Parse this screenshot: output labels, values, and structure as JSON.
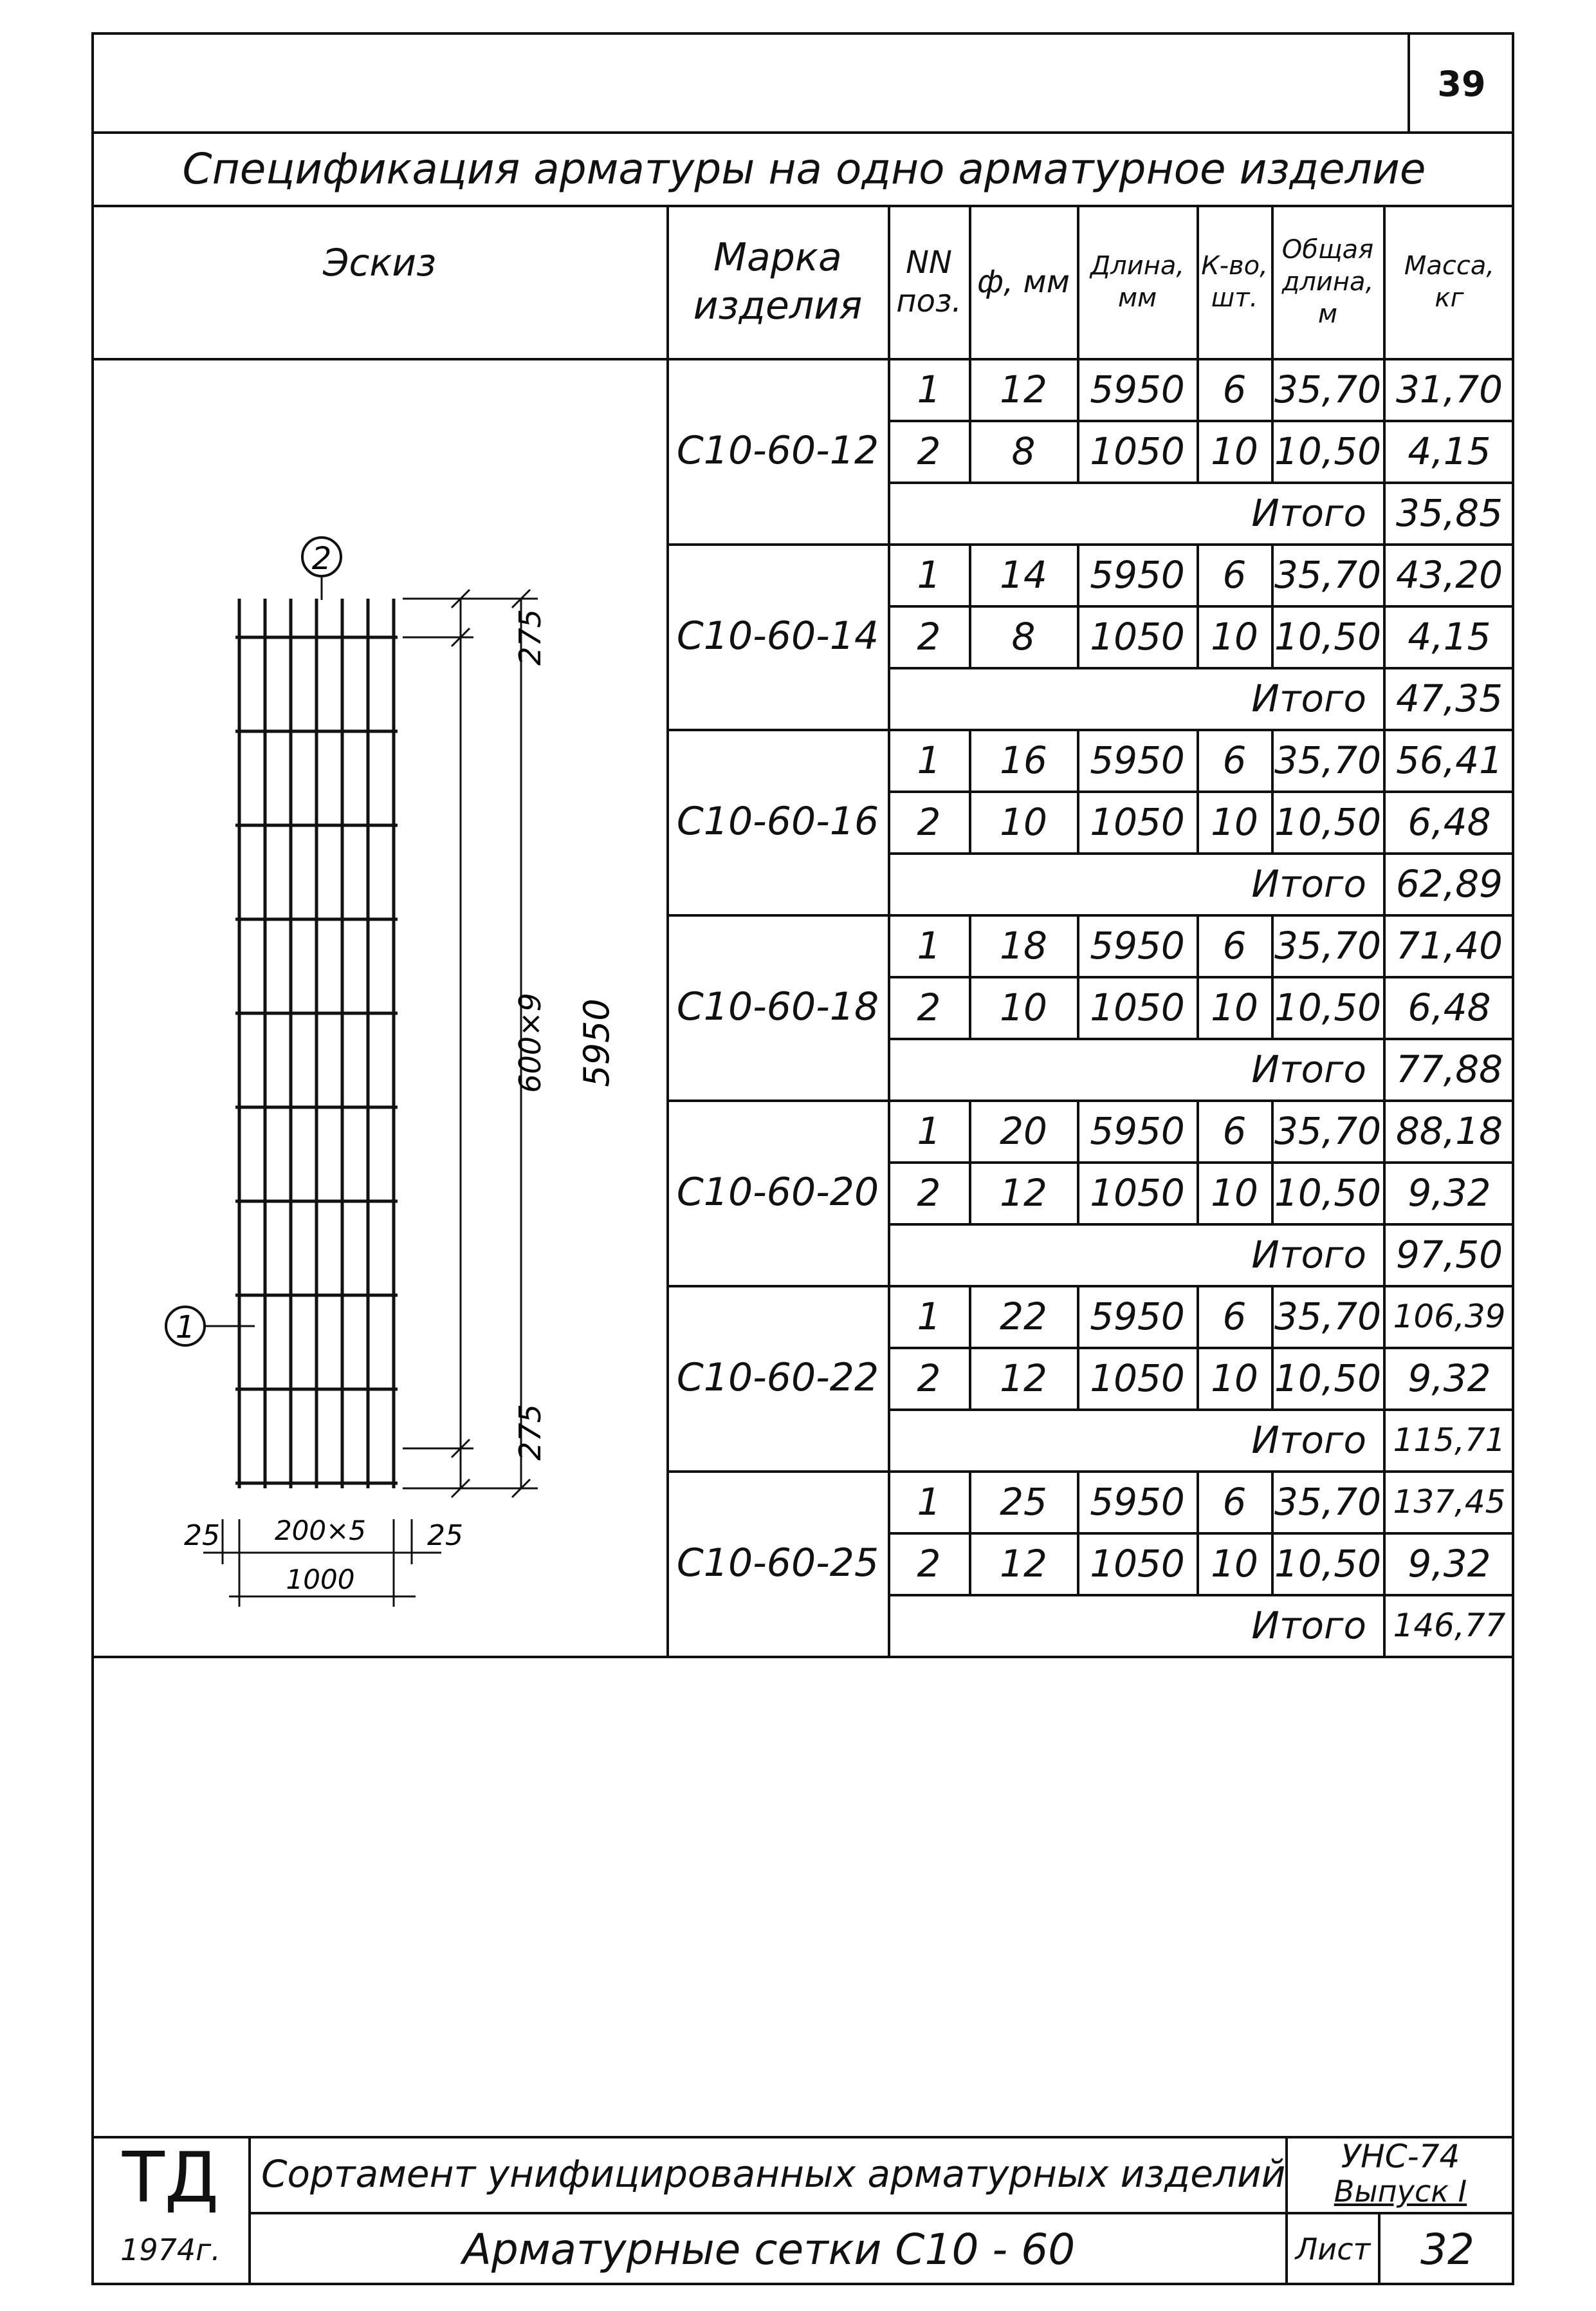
{
  "page_number": "39",
  "title": "Спецификация арматуры на одно арматурное изделие",
  "headers": {
    "sketch": "Эскиз",
    "mark": "Марка изделия",
    "pos": "NN поз.",
    "dia": "ф, мм",
    "length": "Длина, мм",
    "qty": "К-во, шт.",
    "total_length": "Общая длина, м",
    "mass": "Масса, кг"
  },
  "groups": [
    {
      "mark": "С10-60-12",
      "rows": [
        {
          "pos": "1",
          "dia": "12",
          "len": "5950",
          "qty": "6",
          "tot": "35,70",
          "mass": "31,70"
        },
        {
          "pos": "2",
          "dia": "8",
          "len": "1050",
          "qty": "10",
          "tot": "10,50",
          "mass": "4,15"
        }
      ],
      "total_label": "Итого",
      "total": "35,85"
    },
    {
      "mark": "С10-60-14",
      "rows": [
        {
          "pos": "1",
          "dia": "14",
          "len": "5950",
          "qty": "6",
          "tot": "35,70",
          "mass": "43,20"
        },
        {
          "pos": "2",
          "dia": "8",
          "len": "1050",
          "qty": "10",
          "tot": "10,50",
          "mass": "4,15"
        }
      ],
      "total_label": "Итого",
      "total": "47,35"
    },
    {
      "mark": "С10-60-16",
      "rows": [
        {
          "pos": "1",
          "dia": "16",
          "len": "5950",
          "qty": "6",
          "tot": "35,70",
          "mass": "56,41"
        },
        {
          "pos": "2",
          "dia": "10",
          "len": "1050",
          "qty": "10",
          "tot": "10,50",
          "mass": "6,48"
        }
      ],
      "total_label": "Итого",
      "total": "62,89"
    },
    {
      "mark": "С10-60-18",
      "rows": [
        {
          "pos": "1",
          "dia": "18",
          "len": "5950",
          "qty": "6",
          "tot": "35,70",
          "mass": "71,40"
        },
        {
          "pos": "2",
          "dia": "10",
          "len": "1050",
          "qty": "10",
          "tot": "10,50",
          "mass": "6,48"
        }
      ],
      "total_label": "Итого",
      "total": "77,88"
    },
    {
      "mark": "С10-60-20",
      "rows": [
        {
          "pos": "1",
          "dia": "20",
          "len": "5950",
          "qty": "6",
          "tot": "35,70",
          "mass": "88,18"
        },
        {
          "pos": "2",
          "dia": "12",
          "len": "1050",
          "qty": "10",
          "tot": "10,50",
          "mass": "9,32"
        }
      ],
      "total_label": "Итого",
      "total": "97,50"
    },
    {
      "mark": "С10-60-22",
      "rows": [
        {
          "pos": "1",
          "dia": "22",
          "len": "5950",
          "qty": "6",
          "tot": "35,70",
          "mass": "106,39"
        },
        {
          "pos": "2",
          "dia": "12",
          "len": "1050",
          "qty": "10",
          "tot": "10,50",
          "mass": "9,32"
        }
      ],
      "total_label": "Итого",
      "total": "115,71"
    },
    {
      "mark": "С10-60-25",
      "rows": [
        {
          "pos": "1",
          "dia": "25",
          "len": "5950",
          "qty": "6",
          "tot": "35,70",
          "mass": "137,45"
        },
        {
          "pos": "2",
          "dia": "12",
          "len": "1050",
          "qty": "10",
          "tot": "10,50",
          "mass": "9,32"
        }
      ],
      "total_label": "Итого",
      "total": "146,77"
    }
  ],
  "sketch": {
    "pos_label_top": "2",
    "pos_label_side": "1",
    "dim_275_top": "275",
    "dim_spacing": "600×9",
    "dim_total": "5950",
    "dim_275_bottom": "275",
    "dim_left_edge": "25",
    "dim_rod_spacing": "200×5",
    "dim_right_edge": "25",
    "dim_width": "1000"
  },
  "title_block": {
    "logo": "ТД",
    "year": "1974г.",
    "description": "Сортамент унифицированных арматурных изделий",
    "code": "УНС-74",
    "issue": "Выпуск I",
    "subject": "Арматурные сетки С10 - 60",
    "sheet_label": "Лист",
    "sheet_number": "32"
  }
}
